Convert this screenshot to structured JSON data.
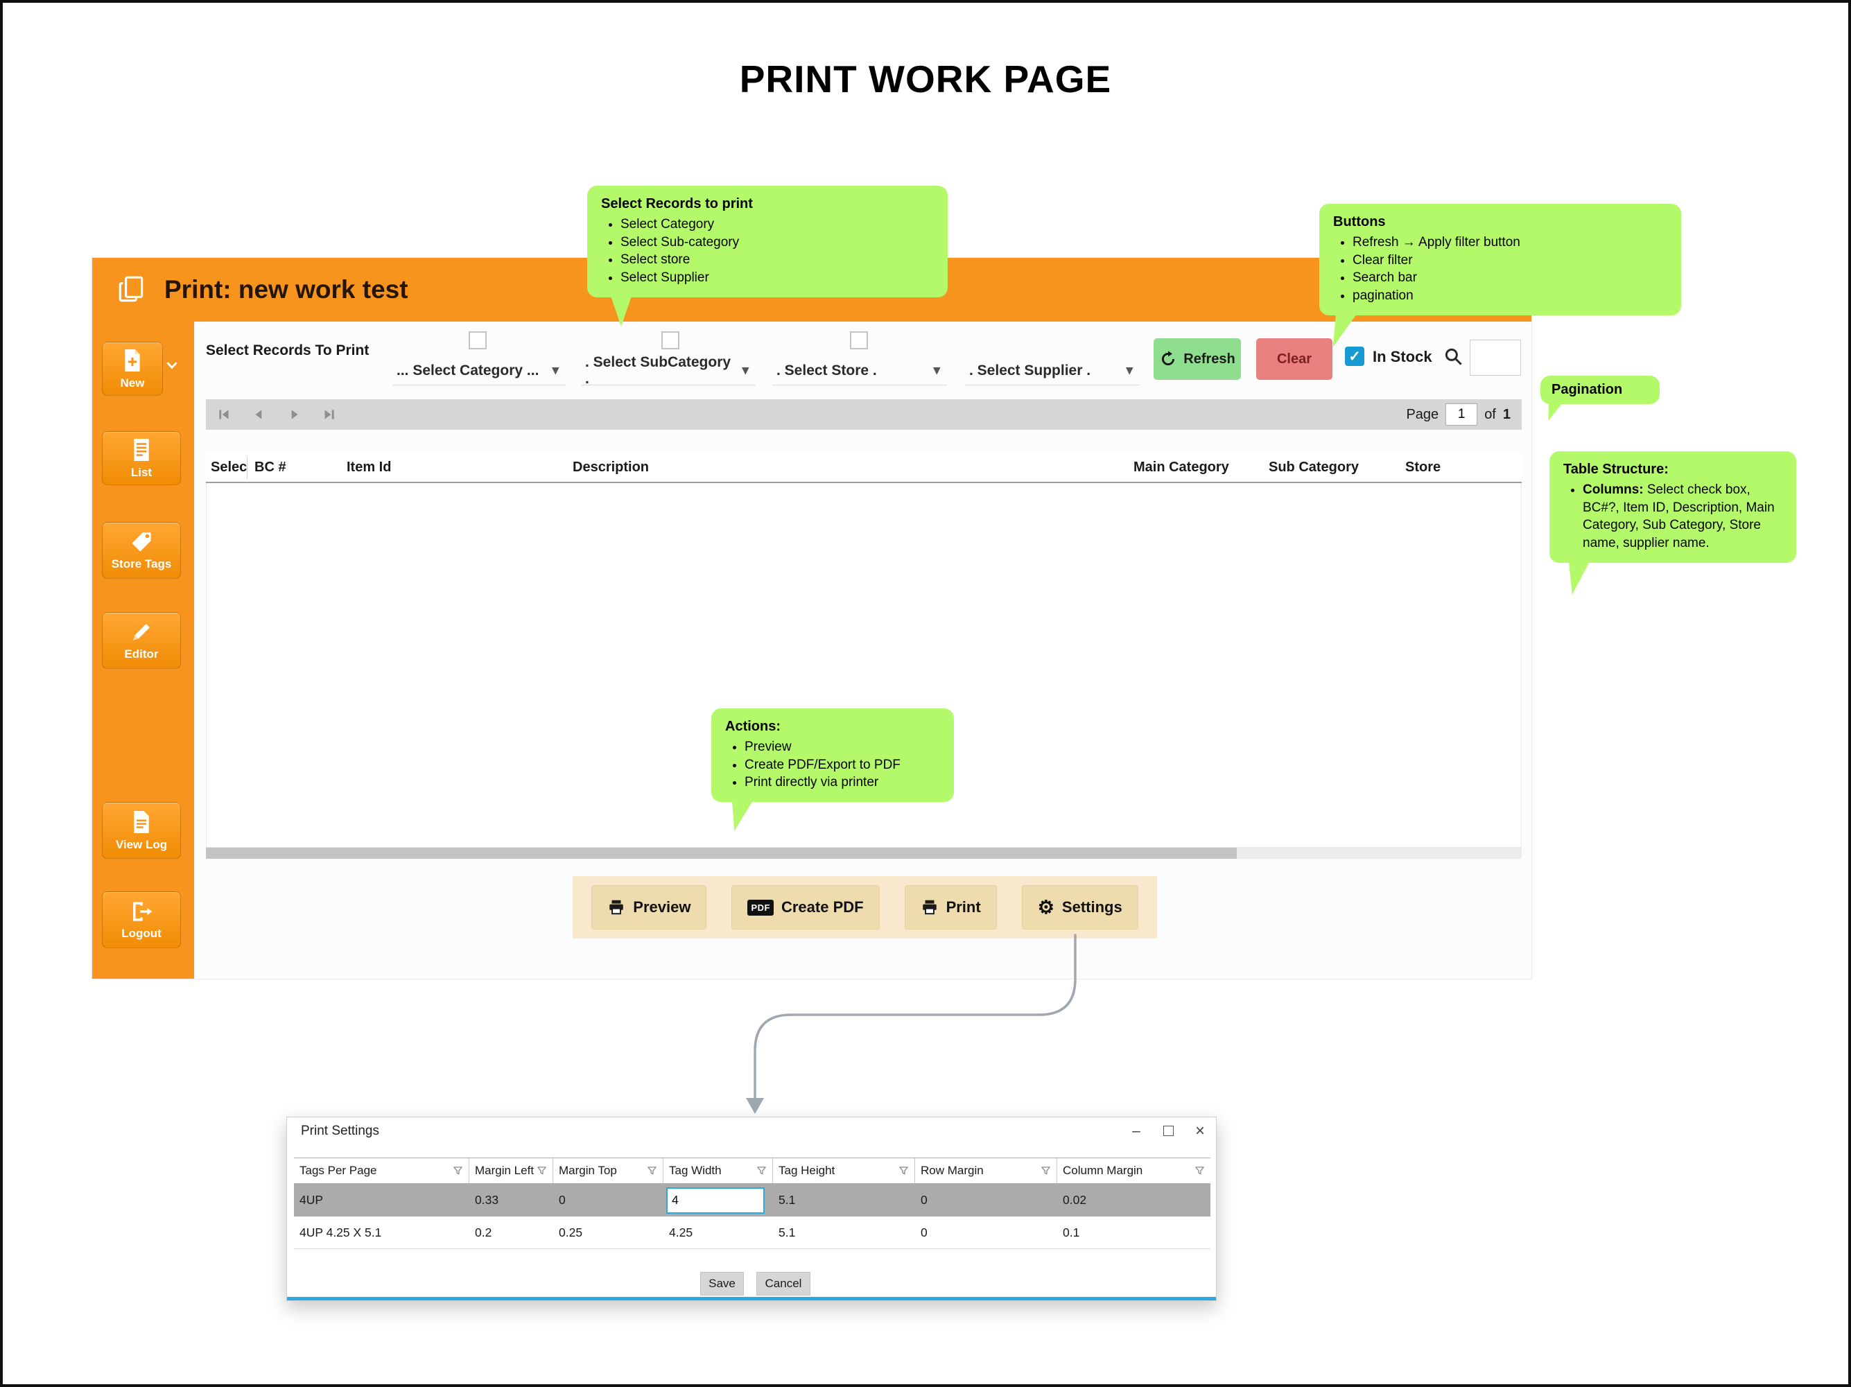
{
  "page_title": "PRINT WORK PAGE",
  "colors": {
    "orange": "#F7941E",
    "callout_green": "#B4F96A",
    "refresh_green": "#8FDE8F",
    "clear_red": "#E88080",
    "instock_blue": "#1799D1",
    "dialog_accent": "#29ABE2",
    "connector_gray": "#9FA8B0"
  },
  "icons": {
    "gear_glyph": "⚙",
    "dropdown_arrow": "▾",
    "check_glyph": "✓",
    "close_glyph": "×",
    "minimize_glyph": "–",
    "pdf_badge": "PDF"
  },
  "window": {
    "header_title": "Print: new work test",
    "sidebar": {
      "new": "New",
      "list": "List",
      "store_tags": "Store Tags",
      "editor": "Editor",
      "view_log": "View Log",
      "logout": "Logout"
    },
    "filters": {
      "section_label": "Select Records To Print",
      "category_placeholder": "... Select Category ...",
      "subcategory_placeholder": ". Select SubCategory .",
      "store_placeholder": ". Select Store .",
      "supplier_placeholder": ". Select Supplier .",
      "refresh_label": "Refresh",
      "clear_label": "Clear",
      "in_stock_label": "In Stock",
      "search_value": ""
    },
    "pagination": {
      "page_label": "Page",
      "current_page": "1",
      "of_label": "of",
      "total_pages": "1"
    },
    "table_columns": [
      "Selec",
      "BC #",
      "Item Id",
      "Description",
      "Main Category",
      "Sub Category",
      "Store"
    ],
    "actions": {
      "preview": "Preview",
      "create_pdf": "Create PDF",
      "print": "Print",
      "settings": "Settings"
    }
  },
  "callouts": {
    "select_records": {
      "title": "Select Records to print",
      "items": [
        "Select Category",
        "Select Sub-category",
        "Select store",
        "Select Supplier"
      ]
    },
    "buttons": {
      "title": "Buttons",
      "items": [
        "Refresh → Apply filter button",
        "Clear filter",
        "Search bar",
        "pagination"
      ]
    },
    "pagination": {
      "title": "Pagination"
    },
    "table_structure": {
      "title": "Table Structure:",
      "lead": "Columns:",
      "text": " Select check box, BC#?, Item ID, Description, Main Category, Sub Category, Store name, supplier name."
    },
    "actions": {
      "title": "Actions:",
      "items": [
        "Preview",
        "Create PDF/Export to PDF",
        "Print directly via printer"
      ]
    }
  },
  "dialog": {
    "title": "Print Settings",
    "columns": [
      "Tags Per Page",
      "Margin Left",
      "Margin Top",
      "Tag Width",
      "Tag Height",
      "Row Margin",
      "Column Margin"
    ],
    "rows": [
      {
        "cells": [
          "4UP",
          "0.33",
          "0",
          "4",
          "5.1",
          "0",
          "0.02"
        ]
      },
      {
        "cells": [
          "4UP 4.25 X 5.1",
          "0.2",
          "0.25",
          "4.25",
          "5.1",
          "0",
          "0.1"
        ]
      }
    ],
    "save_label": "Save",
    "cancel_label": "Cancel"
  }
}
